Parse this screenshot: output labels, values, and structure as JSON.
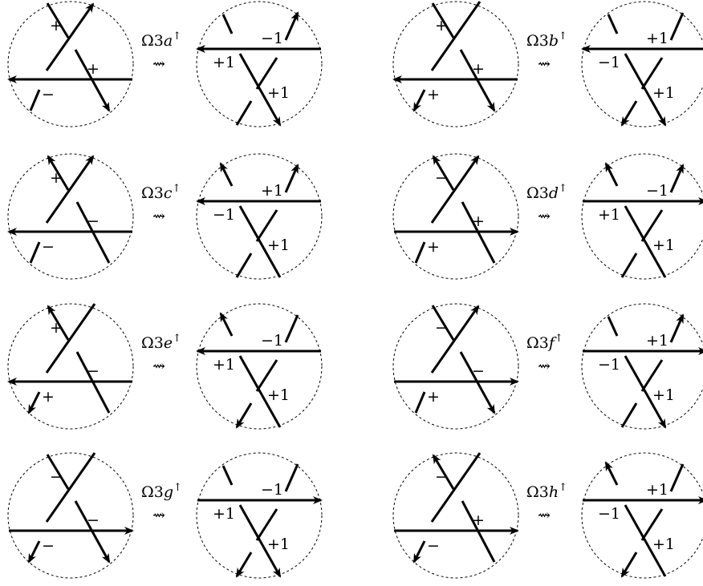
{
  "moves": [
    {
      "id": "a",
      "label": {
        "omega": "Ω3",
        "letter": "a",
        "sup": "↑"
      },
      "arrow": "⇝",
      "left": {
        "a1": "down",
        "a2": "up",
        "a3": "left",
        "signs": [
          "+",
          "+",
          "−"
        ]
      },
      "right": {
        "a1": "down",
        "a2": "up",
        "a3": "left",
        "signs": [
          "−1",
          "+1",
          "+1"
        ]
      }
    },
    {
      "id": "b",
      "label": {
        "omega": "Ω3",
        "letter": "b",
        "sup": "↑"
      },
      "arrow": "⇝",
      "left": {
        "a1": "down",
        "a2": "down",
        "a3": "left",
        "signs": [
          "+",
          "+",
          "+"
        ]
      },
      "right": {
        "a1": "down",
        "a2": "down",
        "a3": "left",
        "signs": [
          "+1",
          "−1",
          "+1"
        ]
      }
    },
    {
      "id": "c",
      "label": {
        "omega": "Ω3",
        "letter": "c",
        "sup": "↑"
      },
      "arrow": "⇝",
      "left": {
        "a1": "up",
        "a2": "up",
        "a3": "left",
        "signs": [
          "+",
          "−",
          "−"
        ]
      },
      "right": {
        "a1": "up",
        "a2": "up",
        "a3": "left",
        "signs": [
          "+1",
          "−1",
          "+1"
        ]
      }
    },
    {
      "id": "d",
      "label": {
        "omega": "Ω3",
        "letter": "d",
        "sup": "↑"
      },
      "arrow": "⇝",
      "left": {
        "a1": "up",
        "a2": "up",
        "a3": "right",
        "signs": [
          "−",
          "+",
          "+"
        ]
      },
      "right": {
        "a1": "up",
        "a2": "up",
        "a3": "right",
        "signs": [
          "−1",
          "+1",
          "+1"
        ]
      }
    },
    {
      "id": "e",
      "label": {
        "omega": "Ω3",
        "letter": "e",
        "sup": "↑"
      },
      "arrow": "⇝",
      "left": {
        "a1": "up",
        "a2": "down",
        "a3": "left",
        "signs": [
          "+",
          "−",
          "+"
        ]
      },
      "right": {
        "a1": "up",
        "a2": "down",
        "a3": "left",
        "signs": [
          "−1",
          "+1",
          "+1"
        ]
      }
    },
    {
      "id": "f",
      "label": {
        "omega": "Ω3",
        "letter": "f",
        "sup": "↑"
      },
      "arrow": "⇝",
      "left": {
        "a1": "down",
        "a2": "up",
        "a3": "right",
        "signs": [
          "−",
          "−",
          "+"
        ]
      },
      "right": {
        "a1": "down",
        "a2": "up",
        "a3": "right",
        "signs": [
          "+1",
          "−1",
          "+1"
        ]
      }
    },
    {
      "id": "g",
      "label": {
        "omega": "Ω3",
        "letter": "g",
        "sup": "↑"
      },
      "arrow": "⇝",
      "left": {
        "a1": "down",
        "a2": "down",
        "a3": "right",
        "signs": [
          "−",
          "−",
          "−"
        ]
      },
      "right": {
        "a1": "down",
        "a2": "down",
        "a3": "right",
        "signs": [
          "−1",
          "+1",
          "+1"
        ]
      }
    },
    {
      "id": "h",
      "label": {
        "omega": "Ω3",
        "letter": "h",
        "sup": "↑"
      },
      "arrow": "⇝",
      "left": {
        "a1": "up",
        "a2": "down",
        "a3": "right",
        "signs": [
          "−",
          "+",
          "−"
        ]
      },
      "right": {
        "a1": "up",
        "a2": "down",
        "a3": "right",
        "signs": [
          "+1",
          "−1",
          "+1"
        ]
      }
    }
  ]
}
